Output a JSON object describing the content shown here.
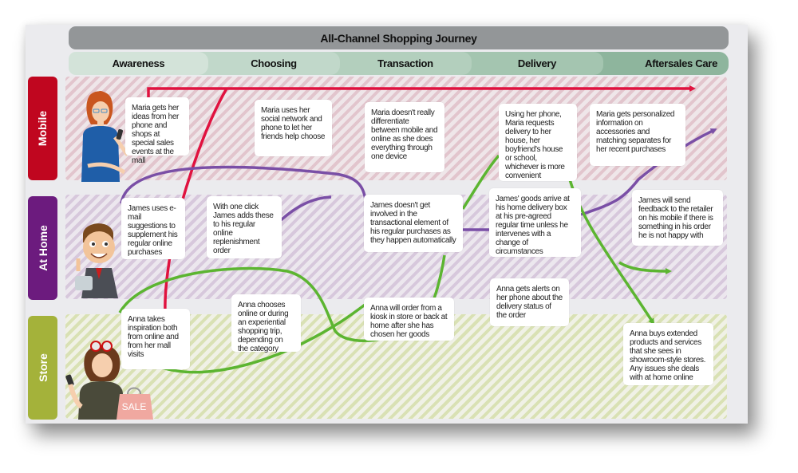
{
  "title": "All-Channel Shopping Journey",
  "phases": [
    {
      "label": "Awareness",
      "color": "#d3e3d9"
    },
    {
      "label": "Choosing",
      "color": "#c1d8ca"
    },
    {
      "label": "Transaction",
      "color": "#b3cfbd"
    },
    {
      "label": "Delivery",
      "color": "#a4c5b0"
    },
    {
      "label": "Aftersales Care",
      "color": "#8eb59d"
    }
  ],
  "lanes": [
    {
      "label": "Mobile",
      "color": "#c0061f"
    },
    {
      "label": "At Home",
      "color": "#6c1b7e"
    },
    {
      "label": "Store",
      "color": "#a4b23a"
    }
  ],
  "personas": {
    "maria": {
      "name": "Maria",
      "path_color": "#e0123f"
    },
    "james": {
      "name": "James",
      "path_color": "#7a4fa6"
    },
    "anna": {
      "name": "Anna",
      "path_color": "#5cb531",
      "bag_text": "SALE"
    }
  },
  "notes": {
    "mobile": [
      "Maria gets her ideas from her phone and shops at special sales events at the mall",
      "Maria uses her social network and phone to let her friends help choose",
      "Maria doesn't really differentiate between mobile and online as she does everything through one device",
      "Using her phone, Maria requests delivery to her house, her boyfriend's house or school, whichever is more convenient",
      "Maria gets personalized information on accessories and matching separates for her recent purchases"
    ],
    "home": [
      "James uses e-mail suggestions to supplement his regular online purchases",
      "With one click James adds these to his regular online replenishment order",
      "James doesn't get involved in the transactional element of his regular purchases as they happen automatically",
      "James' goods arrive at his home delivery box at his pre-agreed regular time unless he intervenes with a change of circumstances",
      "James will send feedback to the retailer on his mobile if there is something in his order he is not happy with"
    ],
    "store": [
      "Anna takes inspiration both from online and from her mall visits",
      "Anna chooses online or during an experiential shopping trip, depending on the category",
      "Anna will order from a kiosk in store or back at home after she has chosen her goods",
      "Anna gets alerts on her phone about the delivery status of the order",
      "Anna buys extended products and services that she sees in showroom-style stores. Any issues she deals with at home online"
    ]
  }
}
